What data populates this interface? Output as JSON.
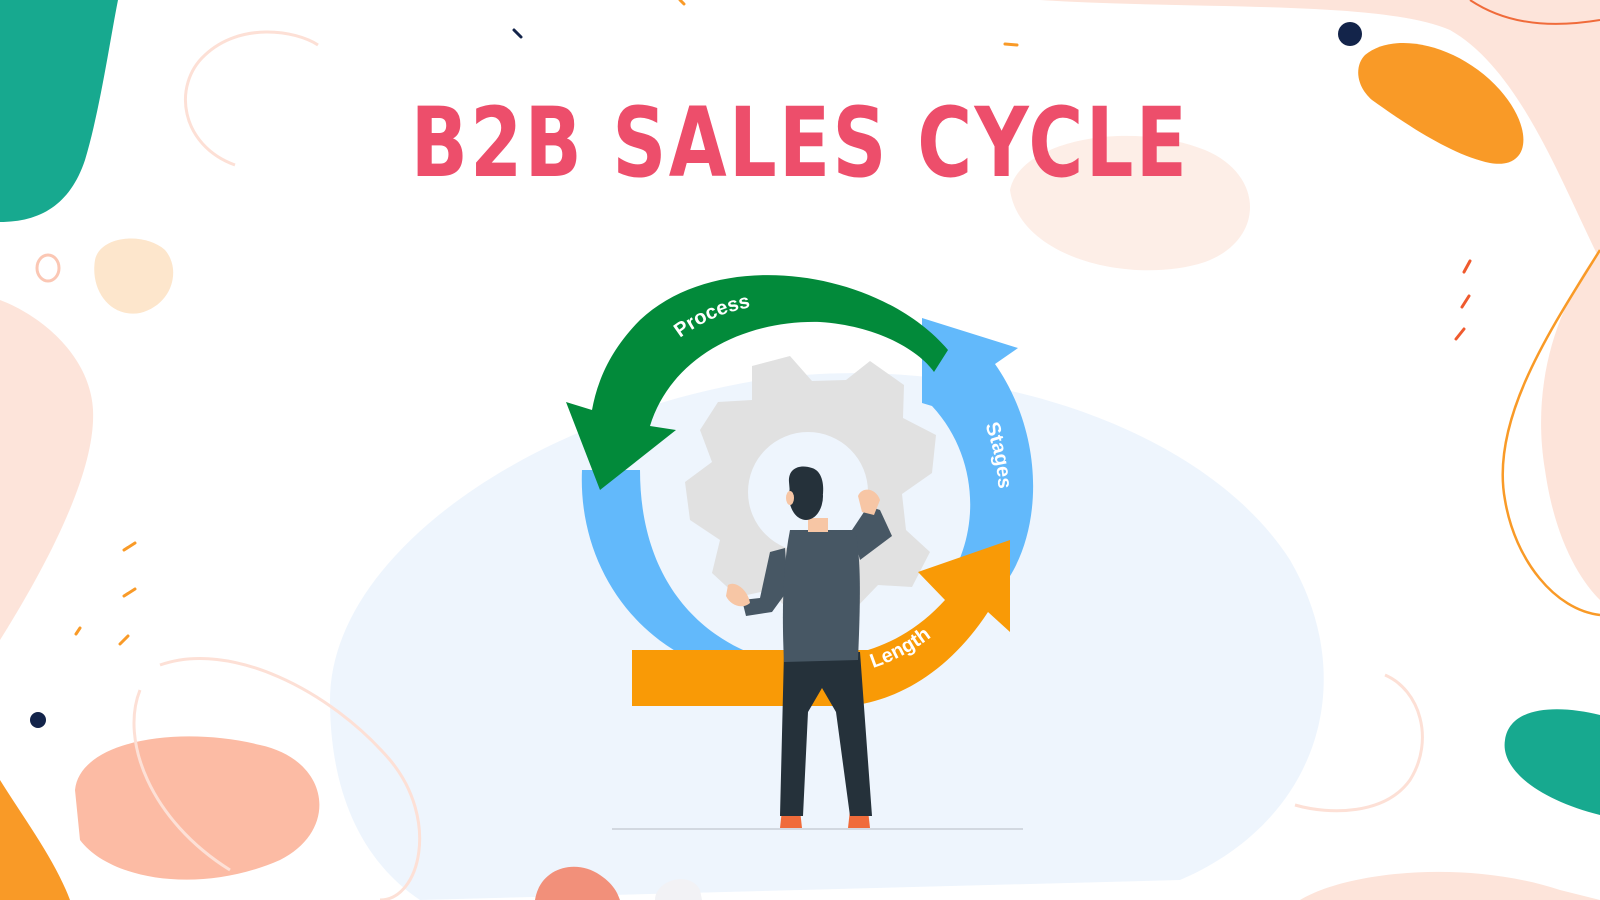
{
  "title": "B2B SALES CYCLE",
  "cycle": {
    "labels": {
      "process": "Process",
      "stages": "Stages",
      "length": "Length"
    },
    "colors": {
      "process": "#028a3a",
      "stages": "#62b9fb",
      "length": "#f99a06",
      "gear": "#e1e1e1",
      "title": "#ed4e6b"
    },
    "icons": [
      "gear-icon",
      "businessman-figure",
      "circular-arrows"
    ]
  },
  "decor": {
    "colors": [
      "#17a98f",
      "#f99a27",
      "#fbbba4",
      "#fcdfc7",
      "#13244a"
    ]
  }
}
